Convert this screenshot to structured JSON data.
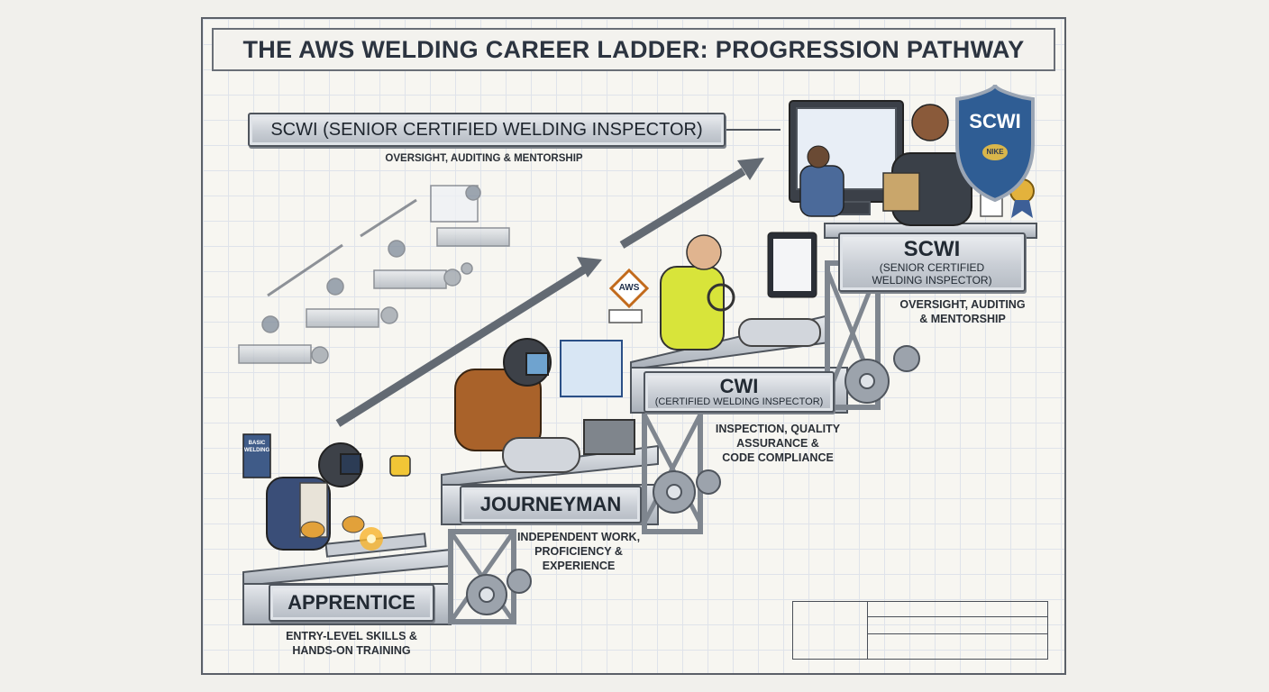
{
  "title": "THE AWS WELDING CAREER LADDER: PROGRESSION PATHWAY",
  "header_plate": {
    "label": "SCWI (SENIOR CERTIFIED WELDING INSPECTOR)",
    "description": "OVERSIGHT, AUDITING & MENTORSHIP"
  },
  "stages": [
    {
      "title": "APPRENTICE",
      "description": "ENTRY-LEVEL SKILLS &\nHANDS-ON TRAINING"
    },
    {
      "title": "JOURNEYMAN",
      "description": "INDEPENDENT WORK,\nPROFICIENCY &\nEXPERIENCE"
    },
    {
      "title": "CWI",
      "subtitle": "(CERTIFIED WELDING INSPECTOR)",
      "description": "INSPECTION, QUALITY\nASSURANCE &\nCODE COMPLIANCE"
    },
    {
      "title": "SCWI",
      "subtitle": "(SENIOR CERTIFIED\nWELDING INSPECTOR)",
      "description": "OVERSIGHT, AUDITING\n& MENTORSHIP"
    }
  ],
  "badge": {
    "text": "SCWI",
    "subtext": "NIKE"
  },
  "book_label": "BASIC\nWELDING",
  "aws_logo": "AWS",
  "colors": {
    "steel": "#c3c8cf",
    "steel_dark": "#4f555d",
    "badge_blue": "#2f5d94",
    "vest_yellow": "#d8e43a",
    "jacket_brown": "#a9622a",
    "spark": "#f7b42c"
  }
}
